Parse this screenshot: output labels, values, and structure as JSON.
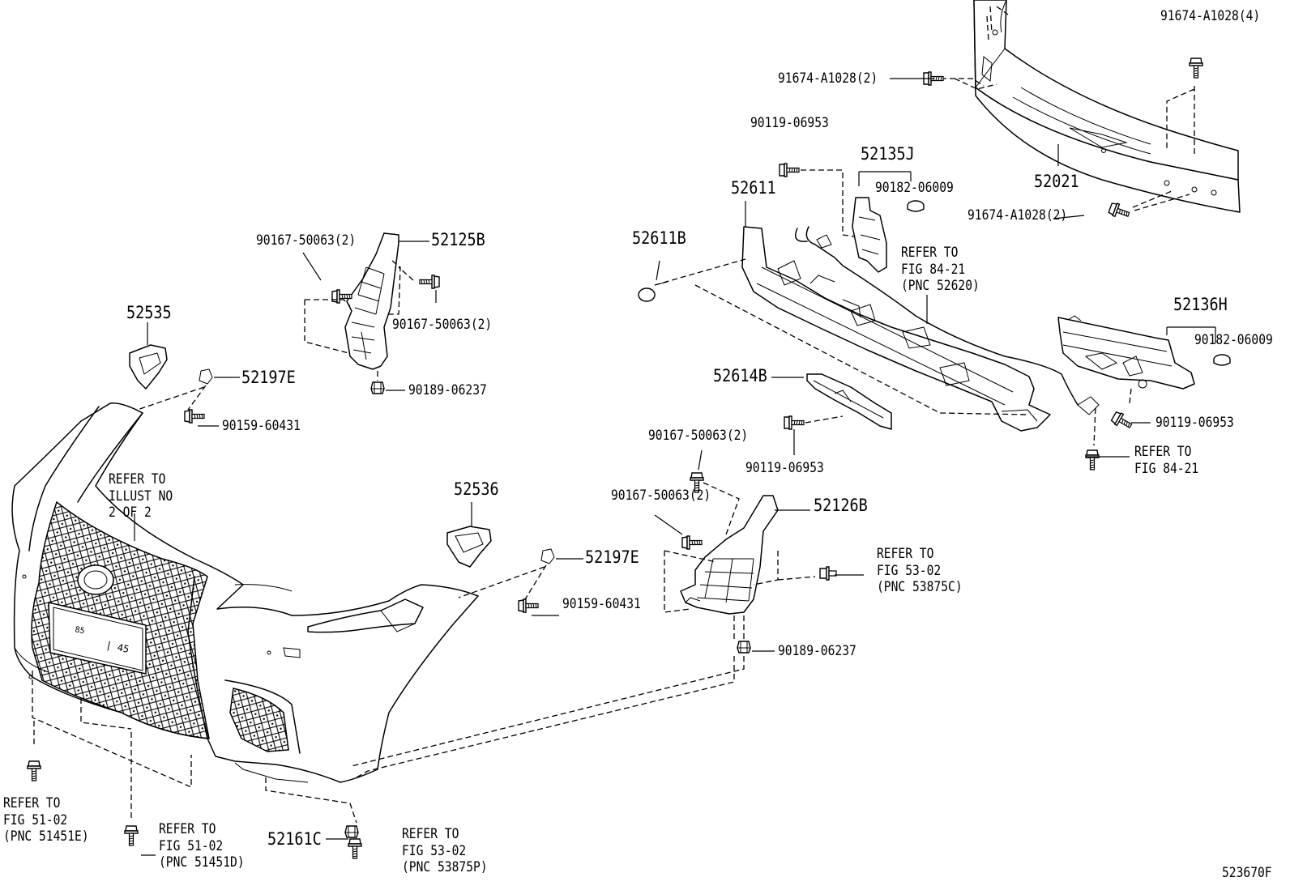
{
  "diagram_id": "523670F",
  "parts": {
    "p52021": "52021",
    "p91674_4": "91674-A1028(4)",
    "p91674_2a": "91674-A1028(2)",
    "p91674_2b": "91674-A1028(2)",
    "p90119_a": "90119-06953",
    "p52135J": "52135J",
    "p90182_a": "90182-06009",
    "p52611": "52611",
    "p52611B": "52611B",
    "p52136H": "52136H",
    "p90182_b": "90182-06009",
    "p90119_b": "90119-06953",
    "p52614B": "52614B",
    "p90119_c": "90119-06953",
    "p90167_a": "90167-50063(2)",
    "p52125B": "52125B",
    "p90167_b": "90167-50063(2)",
    "p90189_a": "90189-06237",
    "p52535": "52535",
    "p52197E_a": "52197E",
    "p90159_a": "90159-60431",
    "p52536": "52536",
    "p52197E_b": "52197E",
    "p90159_b": "90159-60431",
    "p90167_c": "90167-50063(2)",
    "p90167_d": "90167-50063(2)",
    "p52126B": "52126B",
    "p90189_b": "90189-06237",
    "p52161C": "52161C"
  },
  "refs": {
    "ref_84_21_pnc": "REFER TO\nFIG 84-21\n(PNC 52620)",
    "ref_84_21": "REFER TO\nFIG 84-21",
    "ref_53_02_a": "REFER TO\nFIG 53-02\n(PNC 53875C)",
    "ref_illust": "REFER TO\nILLUST NO\n2 OF 2",
    "ref_51_02_e": "REFER TO\nFIG 51-02\n(PNC 51451E)",
    "ref_51_02_d": "REFER TO\nFIG 51-02\n(PNC 51451D)",
    "ref_53_02_p": "REFER TO\nFIG 53-02\n(PNC 53875P)"
  }
}
